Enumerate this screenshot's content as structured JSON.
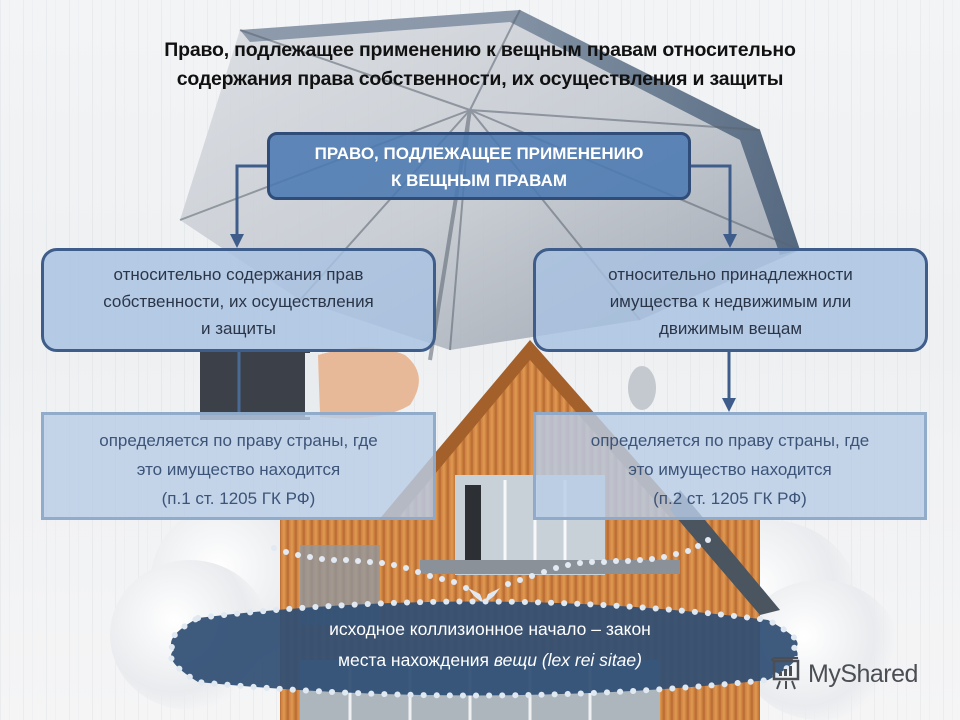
{
  "slide": {
    "title": {
      "line1": "Право, подлежащее применению к вещным правам относительно",
      "line2": "содержания права собственности, их осуществления и защиты"
    },
    "diagram": {
      "root": {
        "line1": "ПРАВО, ПОДЛЕЖАЩЕЕ ПРИМЕНЕНИЮ",
        "line2": "К ВЕЩНЫМ ПРАВАМ"
      },
      "branches": [
        {
          "category": {
            "line1": "относительно содержания прав",
            "line2": "собственности, их осуществления",
            "line3": "и защиты"
          },
          "rule": {
            "line1": "определяется по праву страны, где",
            "line2": "это имущество находится",
            "line3": "(п.1 ст. 1205 ГК РФ)"
          }
        },
        {
          "category": {
            "line1": "относительно принадлежности",
            "line2": "имущества к недвижимым или",
            "line3": "движимым вещам"
          },
          "rule": {
            "line1": "определяется по праву страны, где",
            "line2": "это имущество находится",
            "line3": "(п.2 ст. 1205 ГК РФ)"
          }
        }
      ],
      "conclusion": {
        "line1": "исходное коллизионное начало – закон",
        "line2_regular": "места нахождения ",
        "line2_italic": "вещи (lex rei sitae)"
      }
    },
    "watermark": {
      "icon": "presentation-chart-icon",
      "label": "MyShared"
    },
    "colors": {
      "root_fill": "#4c7ab2",
      "box_border": "#2f4d78",
      "category_fill": "#a8c2e2",
      "rule_fill": "#b8cde6",
      "rule_text": "#3c5478",
      "conclusion_fill": "#2f4f74",
      "dots": "#dfe7f2",
      "arrow": "#3f5d8a"
    }
  }
}
